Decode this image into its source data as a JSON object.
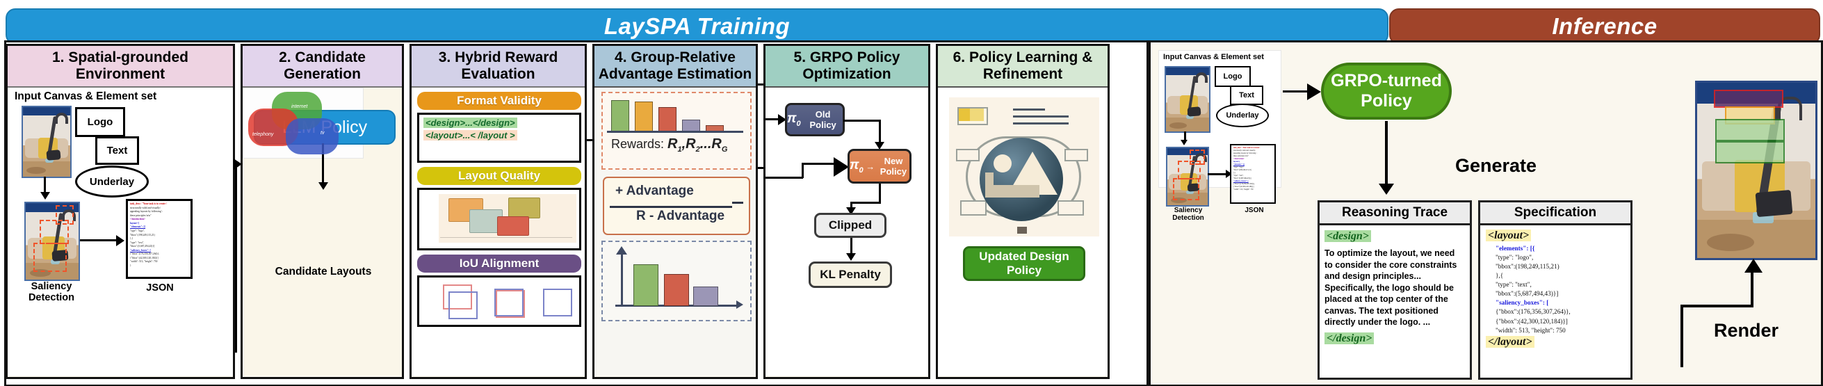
{
  "banners": {
    "training": "LaySPA Training",
    "inference": "Inference"
  },
  "colors": {
    "training_banner": "#2196d6",
    "inference_banner": "#a0442a",
    "llm_policy": "#1f95d6",
    "format_validity": "#e8971a",
    "layout_quality": "#d4c40c",
    "iou_alignment": "#6a4f85",
    "grpo_policy": "#56a61e",
    "updated_policy": "#3f9921",
    "pi_old": "#49527a",
    "pi_new": "#d97a47",
    "saliency_dash": "#f0542a"
  },
  "stages": [
    {
      "id": 1,
      "title": "1. Spatial-grounded Environment",
      "header_bg": "#eed3e2",
      "subtitle": "Input Canvas & Element set",
      "elements": [
        "Logo",
        "Text",
        "Underlay"
      ],
      "captions": [
        "Saliency Detection",
        "JSON"
      ],
      "json_lines": [
        {
          "cls": "k-red",
          "text": "task_desc: \"Your task is to create \\"
        },
        {
          "cls": "k-bk",
          "text": "   structurally valid and visually\\"
        },
        {
          "cls": "k-bk",
          "text": "   appealing layouts by following \\"
        },
        {
          "cls": "k-bk",
          "text": "   these principles:\\n\\n\""
        },
        {
          "cls": "k-pur",
          "text": "   </instruction>"
        },
        {
          "cls": "k-blue2",
          "text": "layout={"
        },
        {
          "cls": "k-blue",
          "text": "  \"elements\": [{"
        },
        {
          "cls": "k-bk",
          "text": "     \"type\": \"logo\","
        },
        {
          "cls": "k-bk",
          "text": "     \"bbox\":(198,249,115,21)"
        },
        {
          "cls": "k-bk",
          "text": "   },{"
        },
        {
          "cls": "k-bk",
          "text": "     \"type\": \"text\","
        },
        {
          "cls": "k-bk",
          "text": "     \"bbox\":(5,687,494,43)}]"
        },
        {
          "cls": "k-blue",
          "text": "  \"saliency_boxes\": ["
        },
        {
          "cls": "k-bk",
          "text": "    {\"bbox\":(176,356,307,264)},"
        },
        {
          "cls": "k-bk",
          "text": "    {\"bbox\":(42,300,120,184)}]"
        },
        {
          "cls": "k-bk",
          "text": "   \"width\": 513, \"height\": 750"
        },
        {
          "cls": "k-bk",
          "text": "  }"
        }
      ]
    },
    {
      "id": 2,
      "title": "2. Candidate Generation",
      "header_bg": "#e2d4ec",
      "policy_label": "LLM Policy",
      "caption": "Candidate Layouts",
      "venn_labels": [
        "internet",
        "telephony",
        "tv"
      ]
    },
    {
      "id": 3,
      "title": "3. Hybrid Reward Evaluation",
      "header_bg": "#d3d1e8",
      "rewards": [
        {
          "label": "Format Validity",
          "color": "#e8971a"
        },
        {
          "label": "Layout Quality",
          "color": "#d4c40c"
        },
        {
          "label": "IoU Alignment",
          "color": "#6a4f85"
        }
      ],
      "format_tags": [
        "<design>...</design>",
        "<layout>...< /layout >"
      ]
    },
    {
      "id": 4,
      "title": "4. Group-Relative Advantage Estimation",
      "header_bg": "#aac6d8",
      "rewards_label": "Rewards:",
      "rewards_symbols": "R1,R2...RG",
      "advantage_numerator": "+ Advantage",
      "advantage_denominator": "R - Advantage"
    },
    {
      "id": 5,
      "title": "5. GRPO Policy Optimization",
      "header_bg": "#9fcfc2",
      "nodes": [
        {
          "name": "pi-old",
          "symbol": "π0",
          "label": "Old Policy"
        },
        {
          "name": "pi-new",
          "symbol": "π0",
          "label": "New Policy"
        },
        {
          "name": "clipped",
          "label": "Clipped"
        },
        {
          "name": "kl-penalty",
          "label": "KL Penalty"
        }
      ]
    },
    {
      "id": 6,
      "title": "6. Policy Learning & Refinement",
      "header_bg": "#d6e8d4",
      "output_label": "Updated Design Policy"
    }
  ],
  "inference": {
    "input_title": "Input Canvas & Element set",
    "elements": [
      "Logo",
      "Text",
      "Underlay"
    ],
    "captions": [
      "Saliency Detection",
      "JSON"
    ],
    "policy_label": "GRPO-turned Policy",
    "generate_label": "Generate",
    "render_label": "Render",
    "reasoning": {
      "header": "Reasoning Trace",
      "open_tag": "<design>",
      "body": "To optimize the layout, we need to consider the core constraints and design principles... Specifically, the logo should be placed at the top center of the canvas. The text positioned directly under the logo. ...",
      "close_tag": "</design>"
    },
    "specification": {
      "header": "Specification",
      "open_tag": "<layout>",
      "close_tag": "</layout>",
      "lines": [
        "\"elements\": [{",
        "   \"type\": \"logo\",",
        "  \"bbox\":(198,249,115,21)",
        " },{",
        "  \"type\": \"text\",",
        " \"bbox\":(5,687,494,43)}]",
        "\"saliency_boxes\": [",
        " {\"bbox\":(176,356,307,264)},",
        " {\"bbox\":(42,300,120,184)}]",
        " \"width\": 513, \"height\": 750"
      ],
      "key_lines": [
        0,
        6
      ]
    }
  }
}
